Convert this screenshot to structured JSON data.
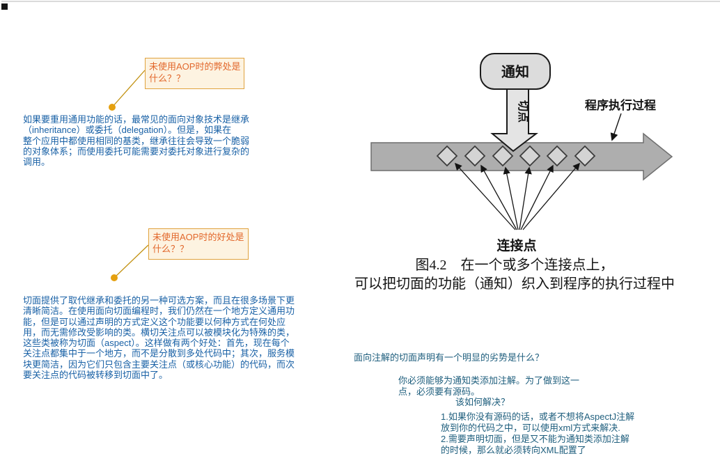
{
  "annotations": {
    "note1": {
      "lines": [
        "未使用AOP时的弊处是",
        "什么？？"
      ]
    },
    "note2": {
      "lines": [
        "未使用AOP时的好处是",
        "什么？？"
      ]
    }
  },
  "paragraphs": {
    "para1": {
      "lines": [
        "如果要重用通用功能的话，最常见的面向对象技术是继承",
        "（inheritance）或委托（delegation）。但是，如果在",
        "整个应用中都使用相同的基类，继承往往会导致一个脆弱",
        "的对象体系；而使用委托可能需要对委托对象进行复杂的",
        "调用。"
      ]
    },
    "para2": {
      "lines": [
        "切面提供了取代继承和委托的另一种可选方案，而且在很多场景下更",
        "清晰简洁。在使用面向切面编程时，我们仍然在一个地方定义通用功",
        "能，但是可以通过声明的方式定义这个功能要以何种方式在何处应",
        "用，而无需修改受影响的类。横切关注点可以被模块化为特殊的类，",
        "这些类被称为切面（aspect）。这样做有两个好处：首先，现在每个",
        "关注点都集中于一个地方，而不是分散到多处代码中；其次，服务模",
        "块更简洁，因为它们只包含主要关注点（或核心功能）的代码，而次",
        "要关注点的代码被转移到切面中了。"
      ]
    }
  },
  "figure": {
    "advice_label": "通知",
    "pointcut_label": "切点",
    "execution_label": "程序执行过程",
    "joinpoint_label": "连接点",
    "caption_line1": "图4.2　在一个或多个连接点上，",
    "caption_line2": "可以把切面的功能（通知）织入到程序的执行过程中"
  },
  "qa": {
    "question1": "面向注解的切面声明有一个明显的劣势是什么？",
    "answer1_lines": [
      "你必须能够为通知类添加注解。为了做到这一",
      "点，必须要有源码。"
    ],
    "question2": "该如何解决？",
    "answer2_lines": [
      "1.如果你没有源码的话，或者不想将AspectJ注解",
      "放到你的代码之中，可以使用xml方式来解决.",
      "2.需要声明切面，但是又不能为通知类添加注解",
      "的时候，那么就必须转向XML配置了"
    ]
  },
  "colors": {
    "note_border": "#e0a23d",
    "note_background": "#fdf3e1",
    "note_text": "#e2672b",
    "leader_line": "#c29110",
    "leader_dot": "#e5a00f",
    "body_blue": "#1961a6",
    "qa_teal": "#1e5e7d",
    "band_gray": "#aeaeae",
    "shape_gray": "#dcdcdc"
  }
}
